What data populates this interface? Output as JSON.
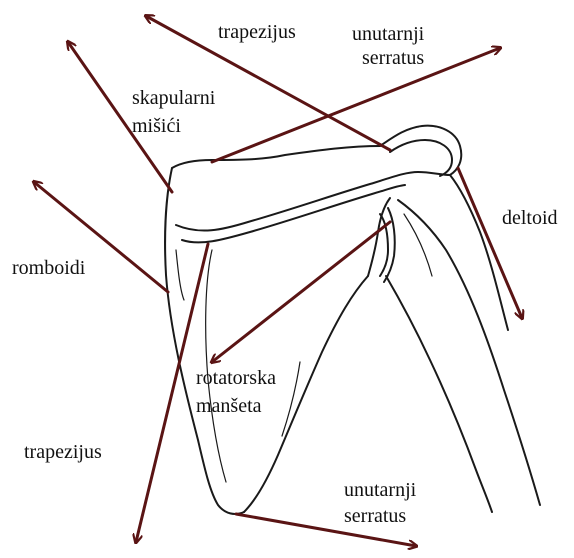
{
  "diagram": {
    "colors": {
      "arrow": "#5a1414",
      "outline": "#1a1a1a",
      "text": "#111111"
    },
    "labels": {
      "trapezius_top": "trapezijus",
      "serratus_top_line1": "unutarnji",
      "serratus_top_line2": "serratus",
      "scapular_line1": "skapularni",
      "scapular_line2": "mišići",
      "deltoid": "deltoid",
      "rhomboids": "romboidi",
      "rotator_line1": "rotatorska",
      "rotator_line2": "manšeta",
      "trapezius_bottom": "trapezijus",
      "serratus_bottom_line1": "unutarnji",
      "serratus_bottom_line2": "serratus"
    }
  }
}
